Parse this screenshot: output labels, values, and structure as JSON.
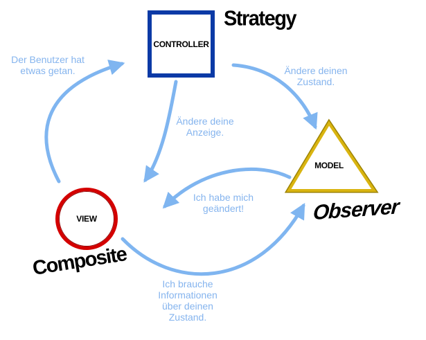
{
  "nodes": {
    "controller": {
      "label": "CONTROLLER"
    },
    "model": {
      "label": "MODEL"
    },
    "view": {
      "label": "VIEW"
    }
  },
  "patterns": {
    "strategy": "Strategy",
    "observer": "Observer",
    "composite": "Composite"
  },
  "messages": {
    "user_action": "Der Benutzer hat\netwas getan.",
    "change_state": "Ändere deinen\nZustand.",
    "change_display": "Ändere deine\nAnzeige.",
    "i_changed": "Ich habe mich\ngeändert!",
    "need_info": "Ich brauche\nInformationen\nüber deinen\nZustand."
  },
  "colors": {
    "arrow": "#7FB5F0",
    "message_text": "#85B4EE",
    "controller_border": "#0C3AA6",
    "model_border": "#D9B410",
    "model_border_dark": "#9C8200",
    "view_border": "#D40000"
  }
}
